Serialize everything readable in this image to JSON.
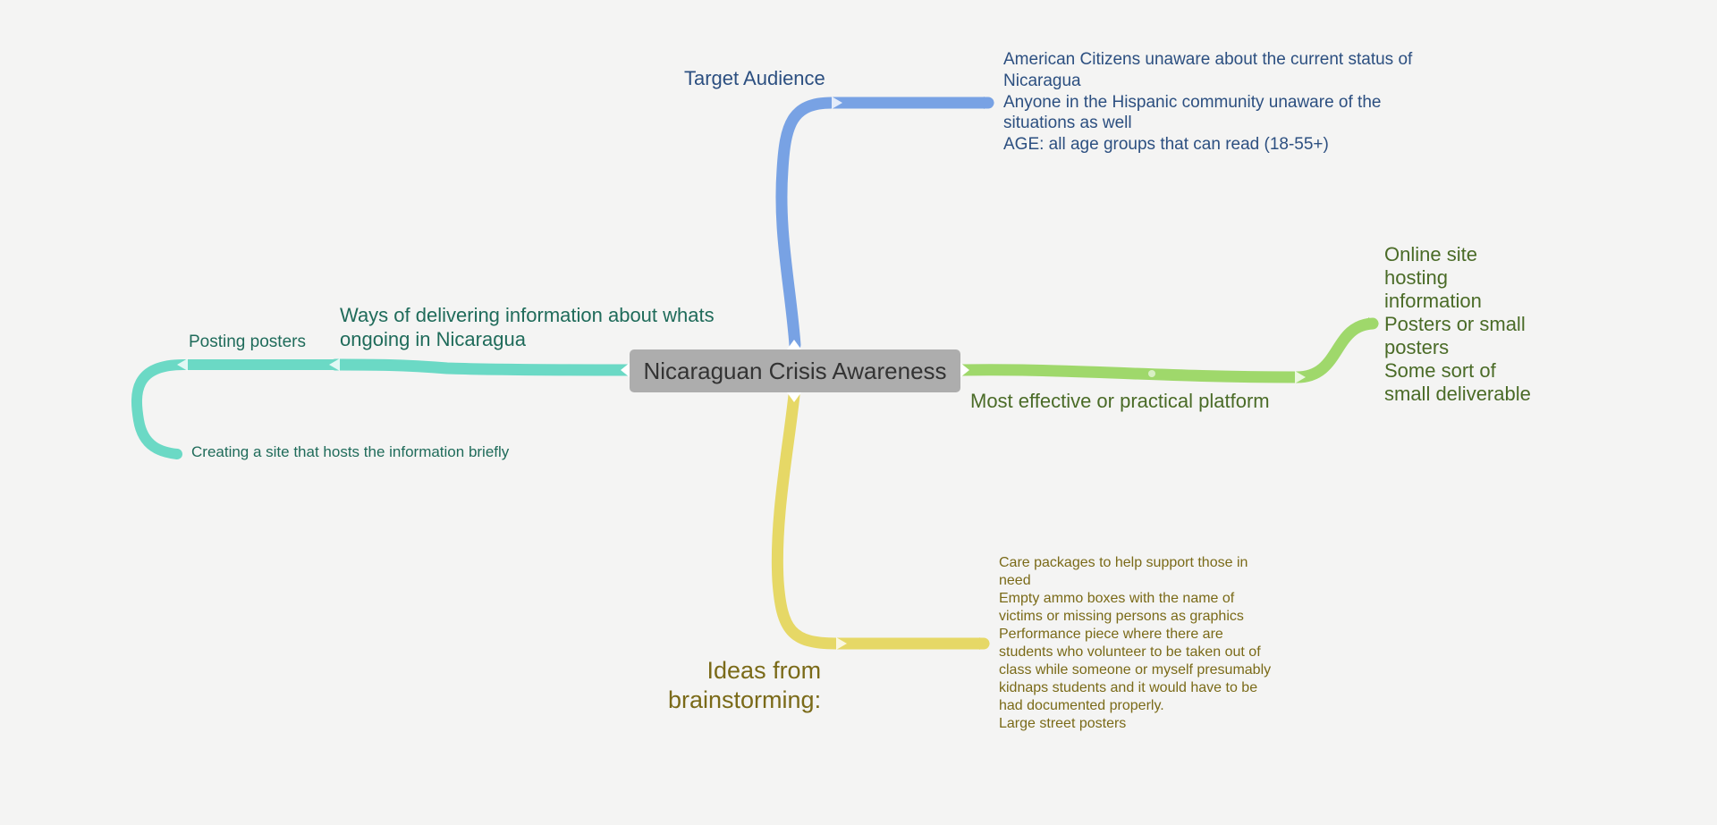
{
  "map": {
    "central_topic": "Nicaraguan Crisis Awareness",
    "colors": {
      "background": "#f4f4f3",
      "central": "#adadad",
      "target_audience": "#78a2e4",
      "platform": "#9fd86b",
      "delivery": "#6bd9c5",
      "ideas": "#e6d866"
    },
    "branches": {
      "target_audience": {
        "label": "Target Audience",
        "details": [
          "American Citizens unaware about the current status of",
          "Nicaragua",
          "Anyone in the Hispanic community unaware of the",
          "situations as well",
          "AGE: all age groups that can read (18-55+)"
        ]
      },
      "platform": {
        "label": "Most effective or practical platform",
        "details": [
          "Online site",
          "hosting",
          "information",
          "Posters or small",
          "posters",
          "Some sort of",
          "small deliverable"
        ]
      },
      "delivery": {
        "label_lines": [
          "Ways of delivering information about whats",
          "ongoing in Nicaragua"
        ],
        "children": [
          "Posting posters",
          "Creating a site that hosts the information briefly"
        ]
      },
      "ideas": {
        "label_lines": [
          "Ideas from",
          "brainstorming:"
        ],
        "details": [
          "Care packages to help support those in",
          "need",
          "Empty ammo boxes with the name of",
          "victims or missing persons as graphics",
          "Performance piece where there are",
          "students who volunteer to be taken out of",
          "class while someone or myself presumably",
          "kidnaps students and it would have to be",
          "had documented properly.",
          "Large street posters"
        ]
      }
    }
  }
}
